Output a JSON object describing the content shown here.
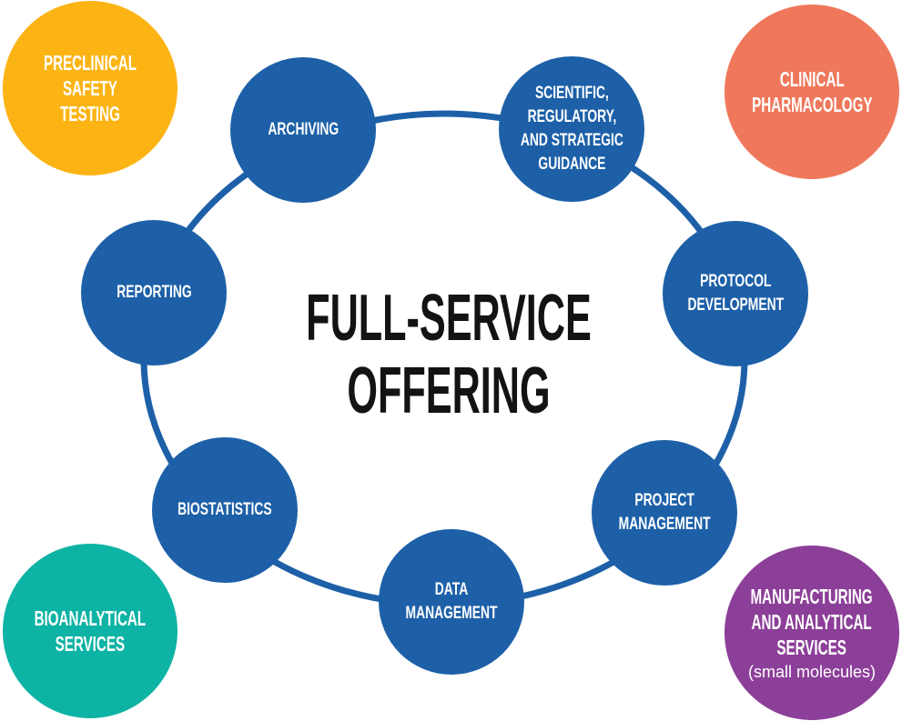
{
  "title": {
    "text": "FULL-SERVICE\nOFFERING"
  },
  "colors": {
    "blue": "#1D60A8",
    "amber": "#FCB415",
    "coral": "#EF785C",
    "teal": "#0DB3A4",
    "purple": "#8C3F98",
    "ink": "#131313",
    "labeltext": "#FFFFFF",
    "bg": "#FFFFFF"
  },
  "ring": {
    "nodes": [
      {
        "label": "ARCHIVING"
      },
      {
        "label": "SCIENTIFIC,\nREGULATORY,\nAND STRATEGIC\nGUIDANCE"
      },
      {
        "label": "PROTOCOL\nDEVELOPMENT"
      },
      {
        "label": "PROJECT\nMANAGEMENT"
      },
      {
        "label": "DATA MANAGEMENT"
      },
      {
        "label": "BIOSTATISTICS"
      },
      {
        "label": "REPORTING"
      }
    ]
  },
  "corners": {
    "top_left": {
      "label": "PRECLINICAL\nSAFETY TESTING"
    },
    "top_right": {
      "label": "CLINICAL\nPHARMACOLOGY"
    },
    "bottom_left": {
      "label": "BIOANALYTICAL\nSERVICES"
    },
    "bottom_right": {
      "label": "MANUFACTURING\nAND ANALYTICAL\nSERVICES",
      "subtext": "(small molecules)"
    }
  }
}
